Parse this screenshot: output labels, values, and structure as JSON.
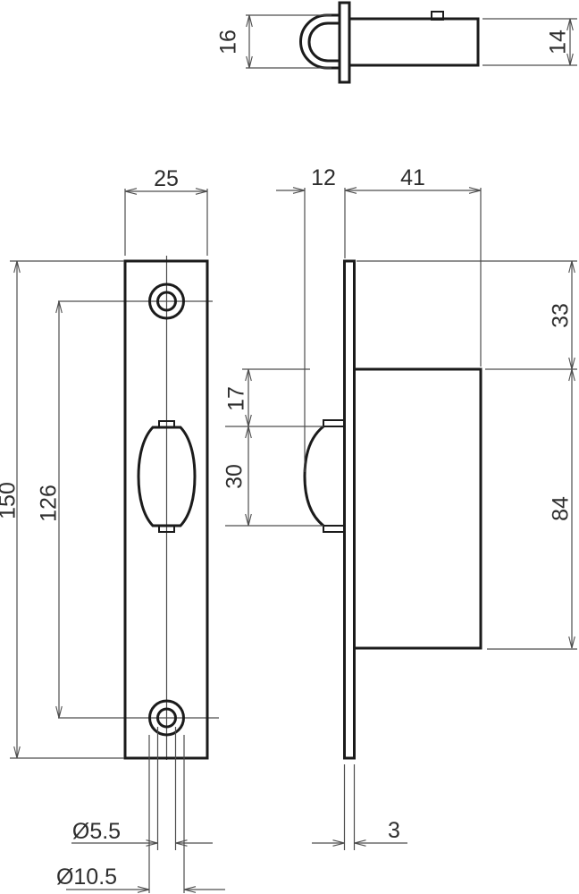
{
  "colors": {
    "outline": "#1b1b1b",
    "dim_line": "#4d4d4d",
    "text": "#2e2e2e",
    "background": "#ffffff"
  },
  "views": {
    "top_view": {
      "dimensions": {
        "roller_loop_height": "16",
        "case_thickness": "14"
      }
    },
    "front_view": {
      "dimensions": {
        "faceplate_width": "25",
        "faceplate_height": "150",
        "hole_centers_spacing": "126",
        "screw_hole_diameter": "Ø5.5",
        "countersink_diameter": "Ø10.5"
      }
    },
    "side_view": {
      "dimensions": {
        "roller_projection": "12",
        "case_depth": "41",
        "case_top_offset": "33",
        "case_height": "84",
        "roller_top_offset": "17",
        "roller_height": "30",
        "faceplate_thickness": "3"
      }
    }
  }
}
